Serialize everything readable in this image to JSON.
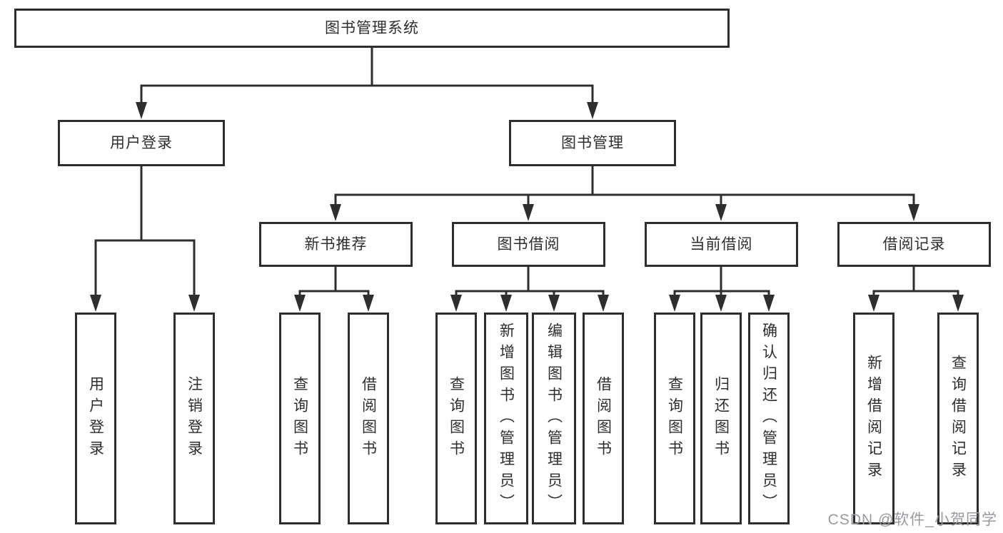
{
  "diagram": {
    "root": {
      "label": "图书管理系统"
    },
    "level2": [
      {
        "label": "用户登录"
      },
      {
        "label": "图书管理"
      }
    ],
    "level3": [
      {
        "label": "新书推荐"
      },
      {
        "label": "图书借阅"
      },
      {
        "label": "当前借阅"
      },
      {
        "label": "借阅记录"
      }
    ],
    "leaves": [
      {
        "label": "用户登录",
        "parent": "用户登录"
      },
      {
        "label": "注销登录",
        "parent": "用户登录"
      },
      {
        "label": "查询图书",
        "parent": "新书推荐"
      },
      {
        "label": "借阅图书",
        "parent": "新书推荐"
      },
      {
        "label": "查询图书",
        "parent": "图书借阅"
      },
      {
        "label": "新增图书（管理员）",
        "parent": "图书借阅"
      },
      {
        "label": "编辑图书（管理员）",
        "parent": "图书借阅"
      },
      {
        "label": "借阅图书",
        "parent": "图书借阅"
      },
      {
        "label": "查询图书",
        "parent": "当前借阅"
      },
      {
        "label": "归还图书",
        "parent": "当前借阅"
      },
      {
        "label": "确认归还（管理员）",
        "parent": "当前借阅"
      },
      {
        "label": "新增借阅记录",
        "parent": "借阅记录"
      },
      {
        "label": "查询借阅记录",
        "parent": "借阅记录"
      }
    ],
    "colors": {
      "line": "#2e2e2e",
      "box_border": "#2e2e2e",
      "box_background": "#ffffff",
      "text": "#2e2e2e",
      "watermark_text": "#9a9aa0",
      "page_background": "#ffffff"
    }
  },
  "watermark": "CSDN @软件_小贺同学"
}
